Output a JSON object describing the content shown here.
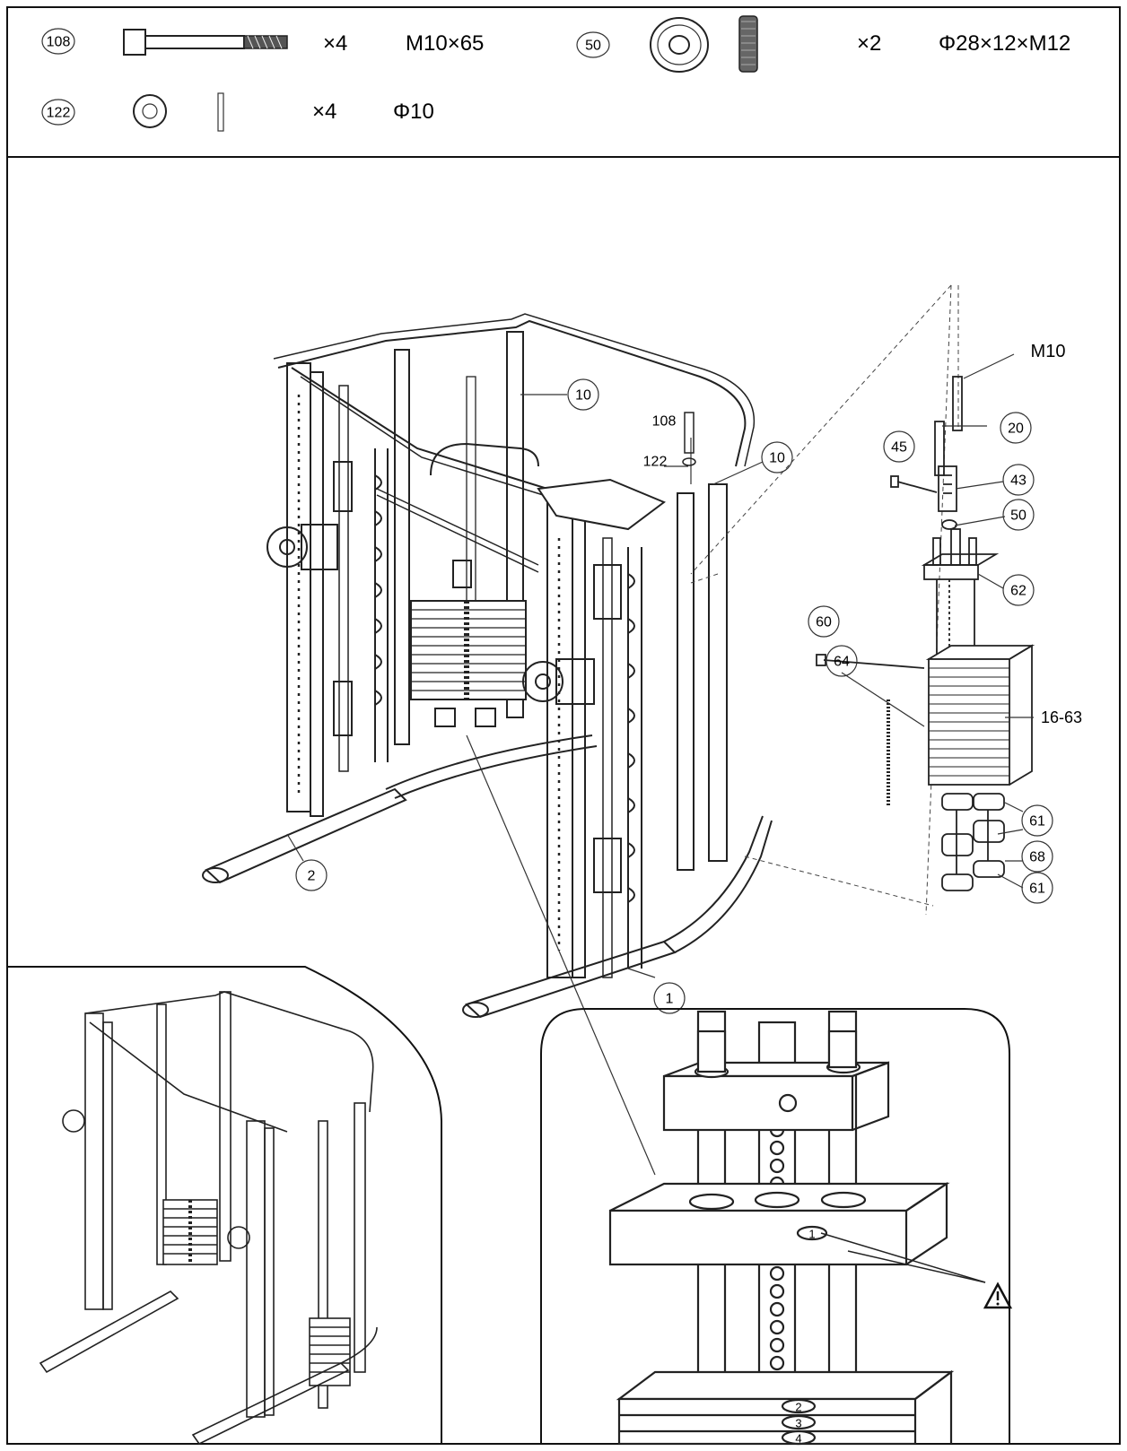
{
  "hardware": [
    {
      "id": "108",
      "qty": "×4",
      "spec": "M10×65"
    },
    {
      "id": "50",
      "qty": "×2",
      "spec": "Φ28×12×M12"
    },
    {
      "id": "122",
      "qty": "×4",
      "spec": "Φ10"
    }
  ],
  "callouts": {
    "c10a": "10",
    "c10b": "10",
    "c108": "108",
    "c122": "122",
    "m10": "M10",
    "c20": "20",
    "c45": "45",
    "c43": "43",
    "c50": "50",
    "c62": "62",
    "c60": "60",
    "c64": "64",
    "c16_63": "16-63",
    "c61a": "61",
    "c68": "68",
    "c61b": "61",
    "c2": "2",
    "c1": "1"
  },
  "plate_numbers": [
    "1",
    "2",
    "3",
    "4"
  ],
  "warning_icon": "warning-triangle-icon"
}
